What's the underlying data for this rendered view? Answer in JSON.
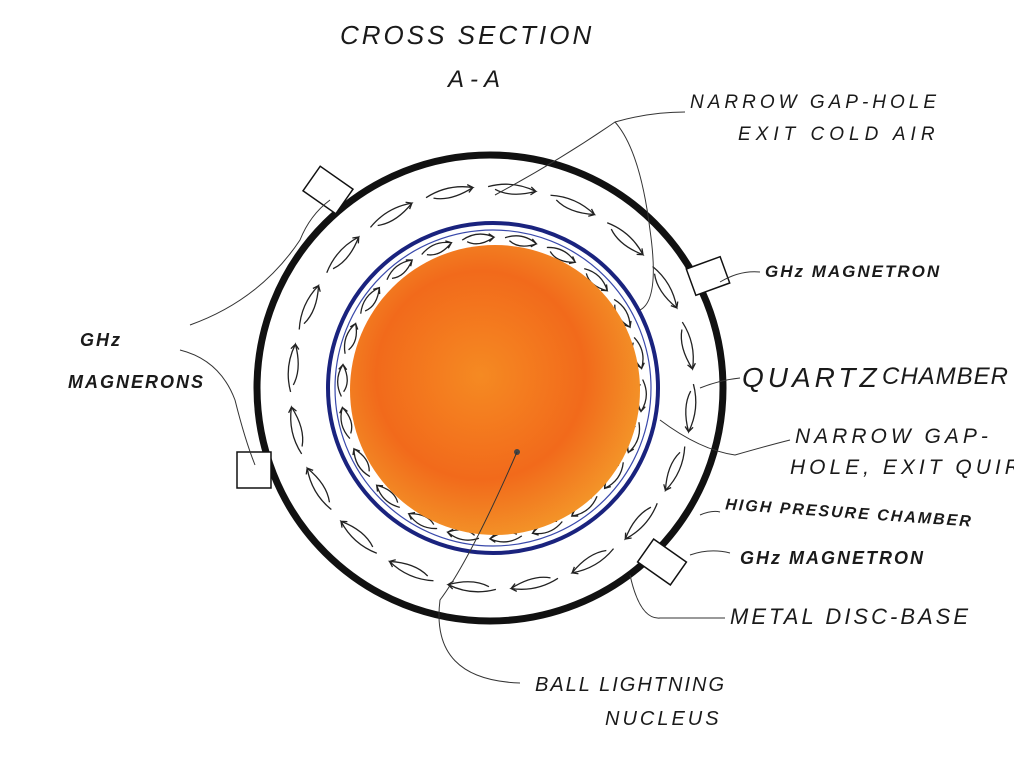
{
  "title": {
    "line1": "CROSS SECTION",
    "line2": "A-A"
  },
  "labels": {
    "narrow_gap_cold_line1": "NARROW GAP-HOLE",
    "narrow_gap_cold_line2": "EXIT COLD AIR",
    "magnetron_top_right": "GHz MAGNETRON",
    "quartz_a": "QUARTZ",
    "quartz_b": "CHAMBER",
    "narrow_gap_quartz_line1": "NARROW GAP-",
    "narrow_gap_quartz_line2": "HOLE, EXIT QUIRE",
    "high_pressure": "HIGH PRESURE CHAMBER",
    "magnetron_bottom_right": "GHz MAGNETRON",
    "metal_disc": "METAL DISC-BASE",
    "nucleus_line1": "BALL LIGHTNING",
    "nucleus_line2": "NUCLEUS",
    "magnetrons_left_line1": "GHz",
    "magnetrons_left_line2": "MAGNERONS"
  },
  "colors": {
    "outer_ring": "#111111",
    "quartz_ring": "#1a237e",
    "nucleus": "#f26a1b",
    "nucleus_highlight": "#f7a12e"
  }
}
